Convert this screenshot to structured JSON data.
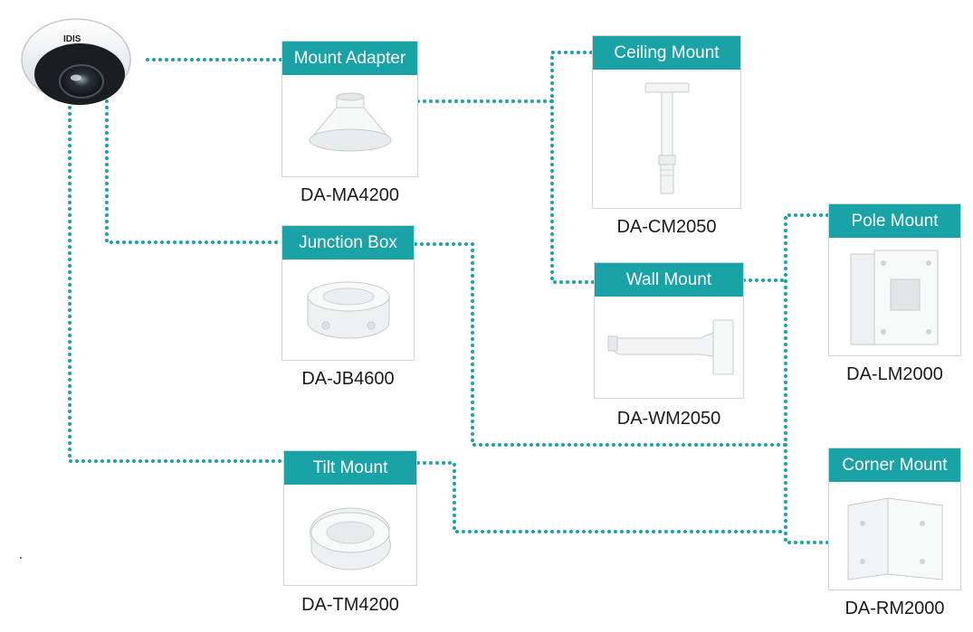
{
  "camera": {
    "brand": "IDIS",
    "icon": "fisheye-dome-camera-icon"
  },
  "colors": {
    "accent": "#1aa3a6",
    "border": "#cfd4d6",
    "text": "#1b1b1b"
  },
  "products": {
    "mount_adapter": {
      "title": "Mount Adapter",
      "model": "DA-MA4200",
      "icon": "mount-adapter-icon"
    },
    "ceiling_mount": {
      "title": "Ceiling Mount",
      "model": "DA-CM2050",
      "icon": "ceiling-mount-icon"
    },
    "junction_box": {
      "title": "Junction Box",
      "model": "DA-JB4600",
      "icon": "junction-box-icon"
    },
    "wall_mount": {
      "title": "Wall Mount",
      "model": "DA-WM2050",
      "icon": "wall-mount-icon"
    },
    "pole_mount": {
      "title": "Pole Mount",
      "model": "DA-LM2000",
      "icon": "pole-mount-icon"
    },
    "tilt_mount": {
      "title": "Tilt Mount",
      "model": "DA-TM4200",
      "icon": "tilt-mount-icon"
    },
    "corner_mount": {
      "title": "Corner Mount",
      "model": "DA-RM2000",
      "icon": "corner-mount-icon"
    }
  }
}
